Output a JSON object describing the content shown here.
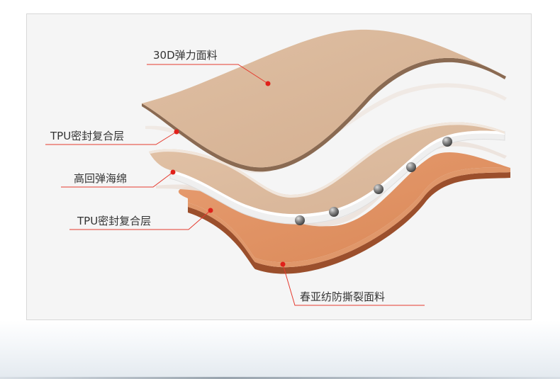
{
  "layers": [
    {
      "label": "30D弹力面料"
    },
    {
      "label": "TPU密封复合层"
    },
    {
      "label": "高回弹海绵"
    },
    {
      "label": "TPU密封复合层"
    },
    {
      "label": "春亚纺防撕裂面料"
    }
  ],
  "colors": {
    "leader_line": "#e53a2e",
    "marker_dot": "#e0201a",
    "label_text": "#333333",
    "panel_bg": "#f5f5f5",
    "top_fabric": "#d9b79a",
    "tpu_layer": "#efe6df",
    "foam": "#f4f4f4",
    "bottom_fabric": "#de8f63"
  }
}
